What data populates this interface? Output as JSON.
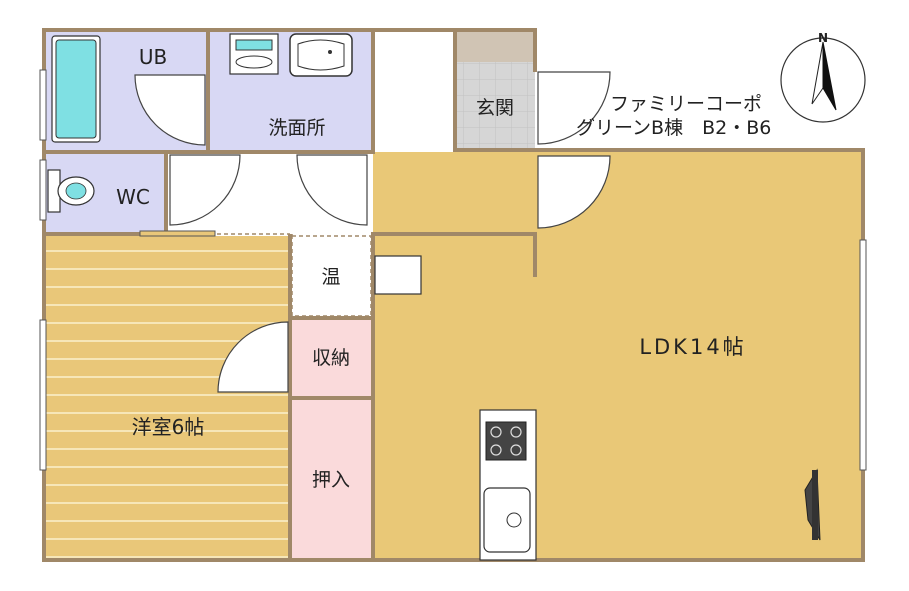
{
  "title_line1": "ファミリーコーポ",
  "title_line2": "グリーンB棟　B2・B6",
  "compass_label": "N",
  "rooms": {
    "ub": "UB",
    "washroom": "洗面所",
    "entrance": "玄関",
    "wc": "WC",
    "water_heater": "温",
    "storage": "収納",
    "closet": "押入",
    "western_room": "洋室6帖",
    "ldk": "LDK14帖"
  },
  "colors": {
    "wall": "#a08868",
    "lavender": "#d8d8f4",
    "floor_wood": "#e9c779",
    "floor_line": "#f6e6b8",
    "pink": "#fadadb",
    "entrance_tile": "#d4d4d4",
    "ldk": "#e9c877",
    "fixture": "#7fe0e3"
  }
}
